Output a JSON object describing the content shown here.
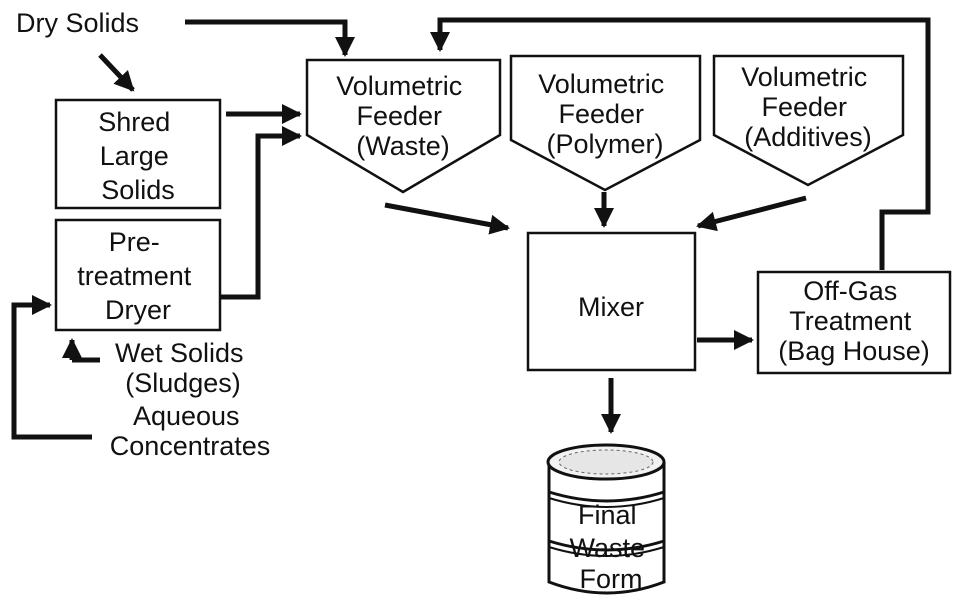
{
  "inputs": {
    "dry_solids": "Dry Solids",
    "wet_solids": [
      "Wet Solids",
      "(Sludges)"
    ],
    "aqueous": [
      "Aqueous",
      "Concentrates"
    ]
  },
  "boxes": {
    "shred": [
      "Shred",
      "Large",
      "Solids"
    ],
    "dryer": [
      "Pre-",
      "treatment",
      "Dryer"
    ],
    "feeder_waste": [
      "Volumetric",
      "Feeder",
      "(Waste)"
    ],
    "feeder_polymer": [
      "Volumetric",
      "Feeder",
      "(Polymer)"
    ],
    "feeder_additives": [
      "Volumetric",
      "Feeder",
      "(Additives)"
    ],
    "mixer": "Mixer",
    "offgas": [
      "Off-Gas",
      "Treatment",
      "(Bag House)"
    ],
    "drum": [
      "Final",
      "Waste",
      "Form"
    ]
  }
}
